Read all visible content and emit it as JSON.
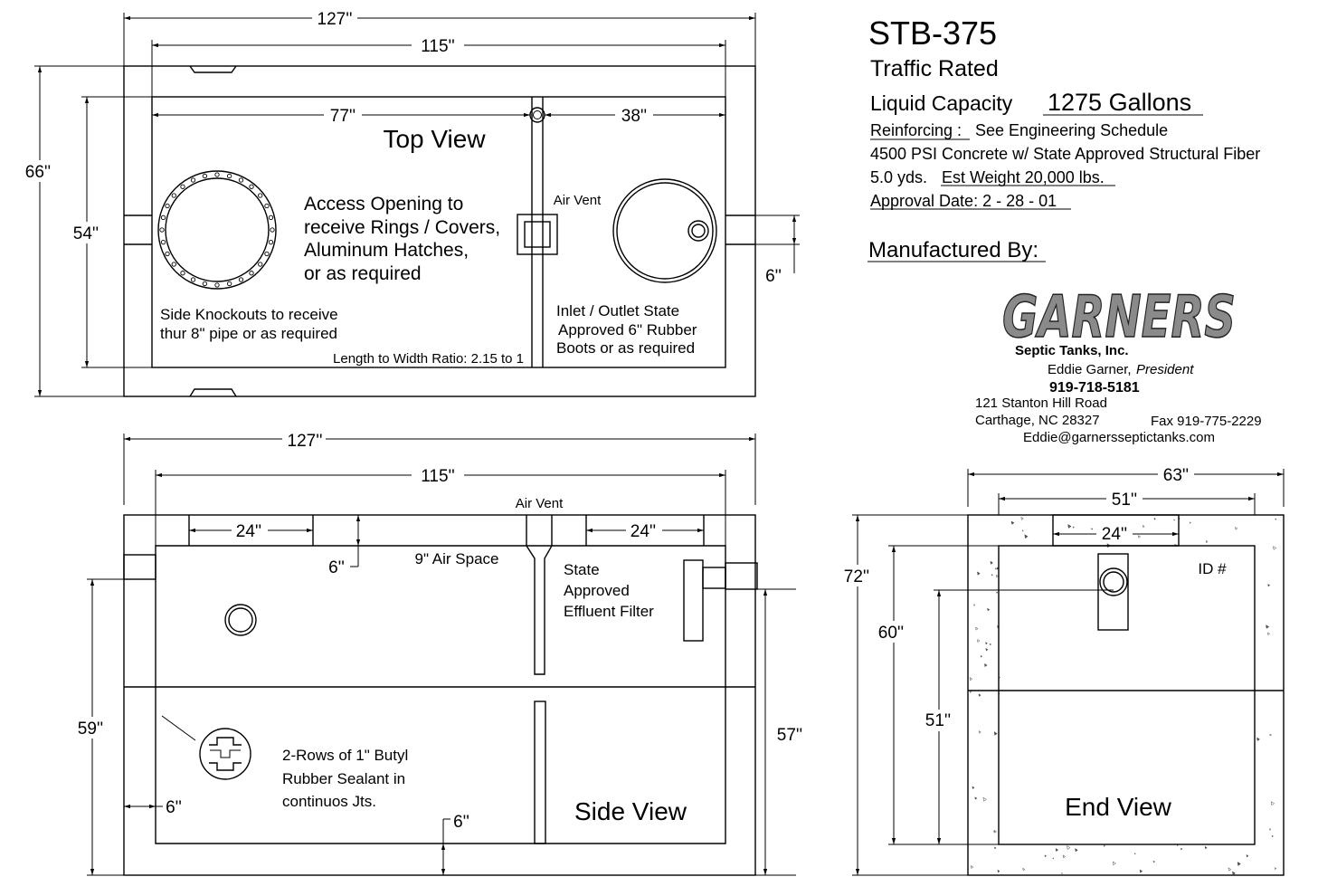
{
  "header": {
    "model": "STB-375",
    "rating": "Traffic Rated",
    "capacity_label": "Liquid Capacity",
    "capacity_value": "1275 Gallons",
    "reinforcing_label": "Reinforcing :",
    "reinforcing_value": "See Engineering Schedule",
    "concrete": "4500 PSI Concrete w/ State Approved Structural Fiber",
    "yards": "5.0 yds.",
    "weight": "Est Weight 20,000 lbs.",
    "approval": "Approval Date: 2 - 28 - 01",
    "manufactured_by": "Manufactured By:"
  },
  "company": {
    "logo_text": "GARNERS",
    "subtitle": "Septic Tanks, Inc.",
    "contact_name": "Eddie Garner,",
    "contact_title": "President",
    "phone": "919-718-5181",
    "address1": "121 Stanton Hill Road",
    "address2": "Carthage, NC 28327",
    "fax": "Fax 919-775-2229",
    "email": "Eddie@garnersseptictanks.com"
  },
  "top_view": {
    "title": "Top View",
    "dim_overall_length": "127''",
    "dim_inner_length": "115''",
    "dim_left_chamber": "77''",
    "dim_right_chamber": "38''",
    "dim_overall_width": "66''",
    "dim_inner_width": "54''",
    "dim_pipe": "6''",
    "air_vent": "Air Vent",
    "access_note": [
      "Access Opening to",
      "receive Rings / Covers,",
      "Aluminum Hatches,",
      "or as required"
    ],
    "knockout_note": [
      "Side Knockouts to receive",
      "thur 8\" pipe or as required"
    ],
    "inlet_note": [
      "Inlet / Outlet State",
      "Approved 6\" Rubber",
      "Boots or as required"
    ],
    "ratio": "Length to Width Ratio: 2.15 to 1"
  },
  "side_view": {
    "title": "Side View",
    "dim_overall_length": "127''",
    "dim_inner_length": "115''",
    "dim_opening_left": "24''",
    "dim_opening_right": "24''",
    "dim_lid": "6''",
    "dim_wall_left": "6''",
    "dim_floor": "6''",
    "dim_height_left": "59''",
    "dim_height_right": "57''",
    "air_vent": "Air Vent",
    "air_space": "9\" Air Space",
    "filter_note": [
      "State",
      "Approved",
      "Effluent Filter"
    ],
    "sealant_note": [
      "2-Rows of 1\" Butyl",
      "Rubber Sealant in",
      "continuos Jts."
    ]
  },
  "end_view": {
    "title": "End View",
    "dim_overall_width": "63''",
    "dim_inner_width": "51''",
    "dim_opening": "24''",
    "dim_height_overall": "72''",
    "dim_height_inner": "60''",
    "dim_outlet": "51''",
    "id_label": "ID #"
  }
}
